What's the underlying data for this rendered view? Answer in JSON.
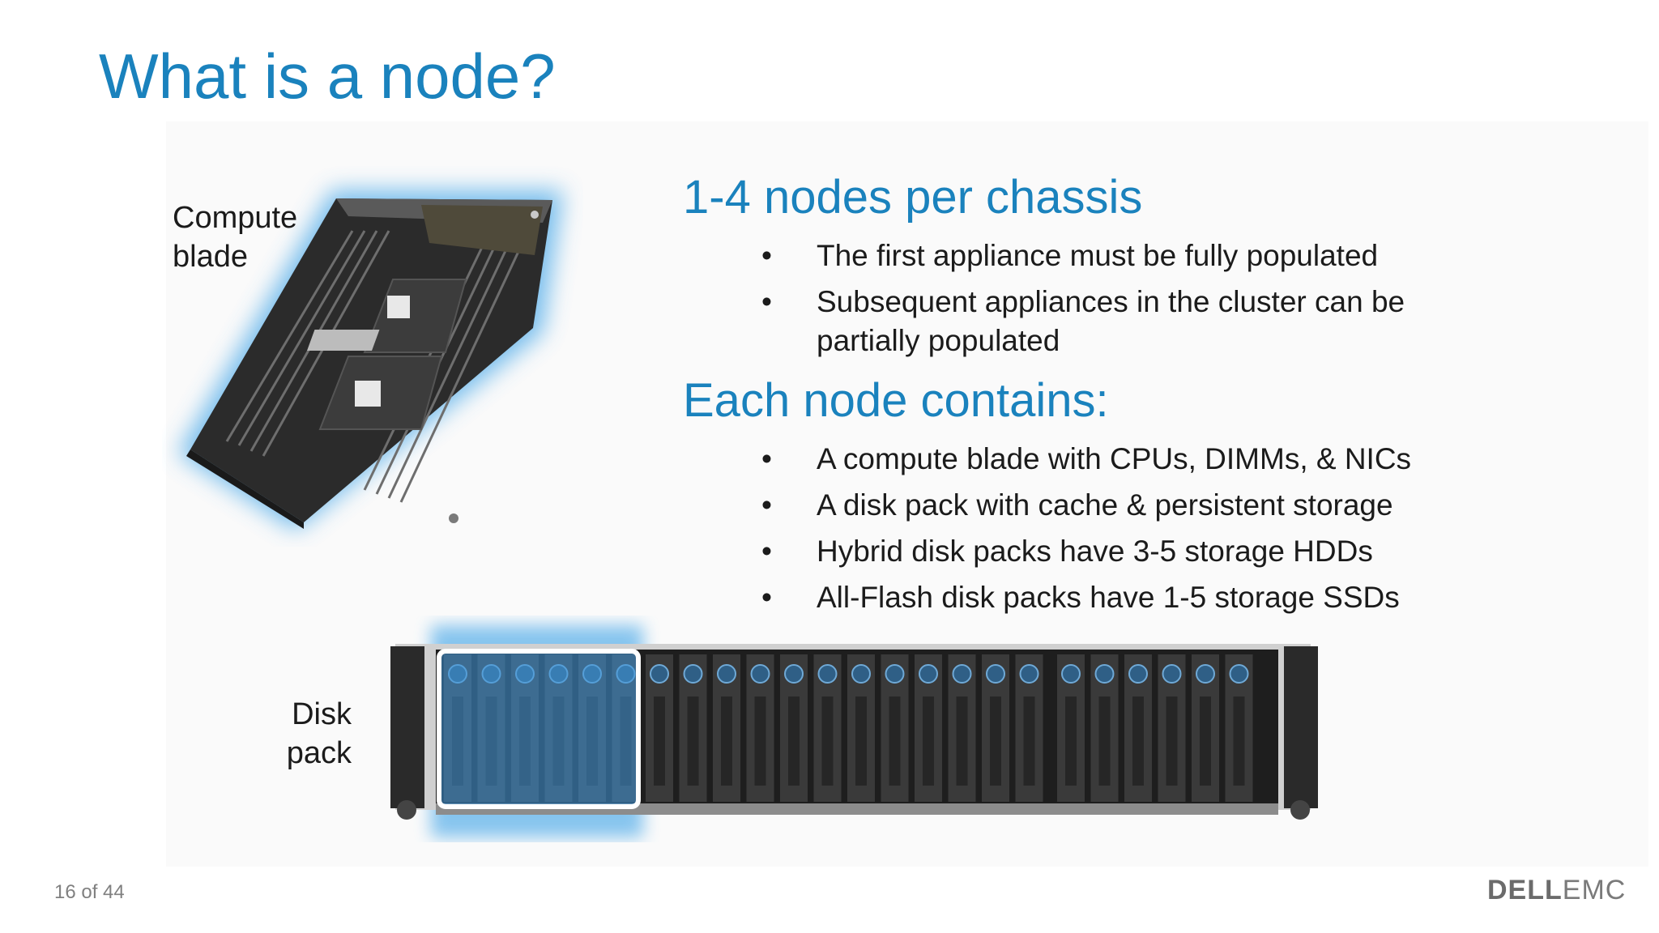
{
  "slide": {
    "title": "What is a node?",
    "compute_label_line1": "Compute",
    "compute_label_line2": "blade",
    "disk_label_line1": "Disk",
    "disk_label_line2": "pack",
    "section1": {
      "heading": "1-4 nodes per chassis",
      "bullets": [
        "The first appliance must be fully populated",
        "Subsequent appliances in the cluster can be",
        "partially populated"
      ]
    },
    "section2": {
      "heading": "Each node contains:",
      "bullets": [
        "A compute blade with CPUs, DIMMs, & NICs",
        "A disk pack with cache & persistent storage",
        "Hybrid disk packs have 3-5 storage HDDs",
        "All-Flash disk packs have 1-5 storage SSDs"
      ]
    },
    "bullet_glyph": "•",
    "page_indicator": "16 of 44",
    "logo_dell": "DELL",
    "logo_emc": "EMC"
  },
  "colors": {
    "accent": "#1a82bd",
    "text": "#1b1b1b",
    "highlight_glow": "#4aa8e8"
  }
}
